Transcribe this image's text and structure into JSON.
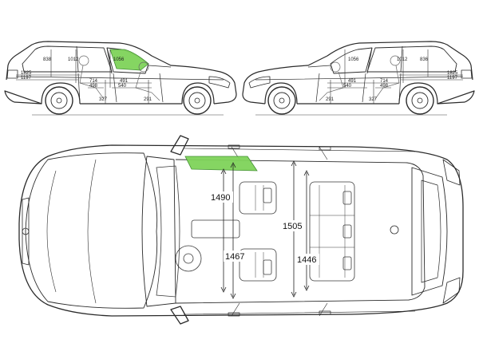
{
  "diagram": {
    "colors": {
      "line": "#2b2b2b",
      "thin": "#555555",
      "highlight": "#7fd35a",
      "highlight_stroke": "#3a8a2a",
      "background": "#ffffff"
    },
    "side_left": {
      "dims": {
        "d_838": "838",
        "d_1012": "1012",
        "d_1056": "1056",
        "d_1825": "1825",
        "d_1197": "1197",
        "d_714": "714",
        "d_498": "498",
        "d_491": "491",
        "d_540": "540",
        "d_327": "327",
        "d_291": "291"
      }
    },
    "side_right": {
      "dims": {
        "d_1056": "1056",
        "d_1012": "1012",
        "d_836": "836",
        "d_1825": "1825",
        "d_1197": "1197",
        "d_714": "714",
        "d_498": "498",
        "d_491": "491",
        "d_540": "540",
        "d_327": "327",
        "d_291": "291"
      }
    },
    "top_view": {
      "dims": {
        "d_1490": "1490",
        "d_1505": "1505",
        "d_1467": "1467",
        "d_1446": "1446"
      }
    }
  }
}
